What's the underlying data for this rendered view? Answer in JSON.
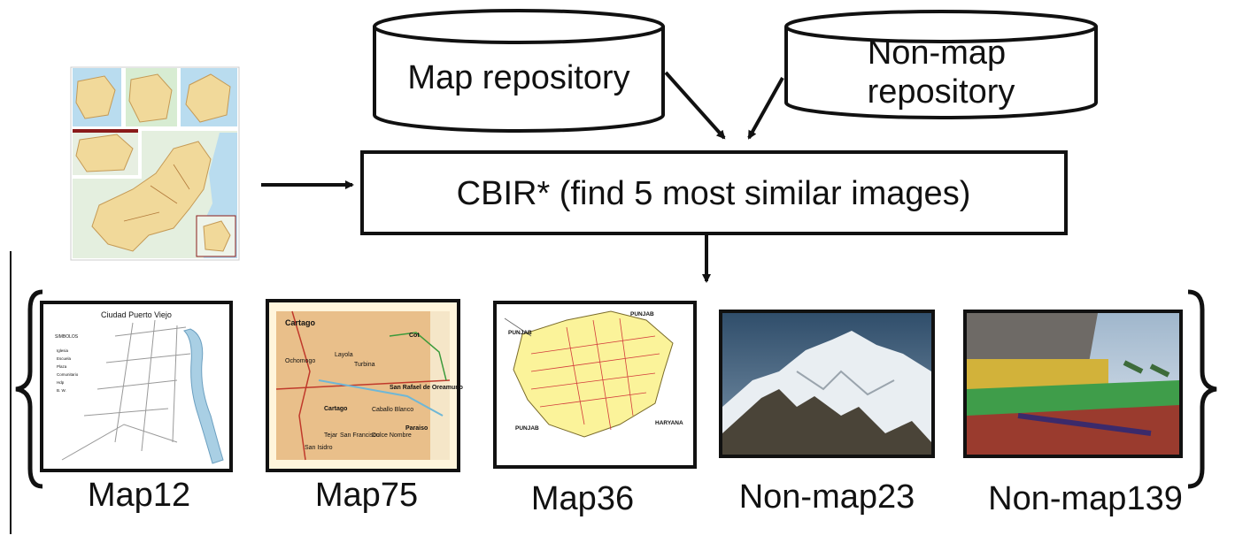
{
  "repositories": {
    "map": "Map repository",
    "nonmap_line1": "Non-map",
    "nonmap_line2": "repository"
  },
  "process": {
    "label": "CBIR* (find 5 most similar images)"
  },
  "results": [
    {
      "label": "Map12",
      "thumbnail_title": "Ciudad Puerto Viejo",
      "legend_heading": "SIMBOLOS",
      "legend_items": [
        "Iglesia",
        "Escuela",
        "Plaza",
        "Comunitario",
        "Hdp",
        "B. W."
      ]
    },
    {
      "label": "Map75",
      "thumbnail_title": "Cartago",
      "places": [
        "Layola",
        "Ochomogo",
        "Turbina",
        "Cot",
        "San Rafael de Oreamuno",
        "Caballo Blanco",
        "Paraiso",
        "Cartago",
        "Tejar",
        "San Francisco",
        "Dulce Nombre",
        "San Isidro"
      ]
    },
    {
      "label": "Map36",
      "places": [
        "PUNJAB",
        "PUNJAB",
        "HARYANA",
        "PUNJAB"
      ]
    },
    {
      "label": "Non-map23"
    },
    {
      "label": "Non-map139"
    }
  ],
  "colors": {
    "stroke": "#111111",
    "map_fill": "#f1d99a",
    "water": "#a9cfe4",
    "map75_bg": "#e9bf8a",
    "map36_fill": "#fbf39a",
    "sky": "#3a5772",
    "field": "#3f9d4a"
  }
}
